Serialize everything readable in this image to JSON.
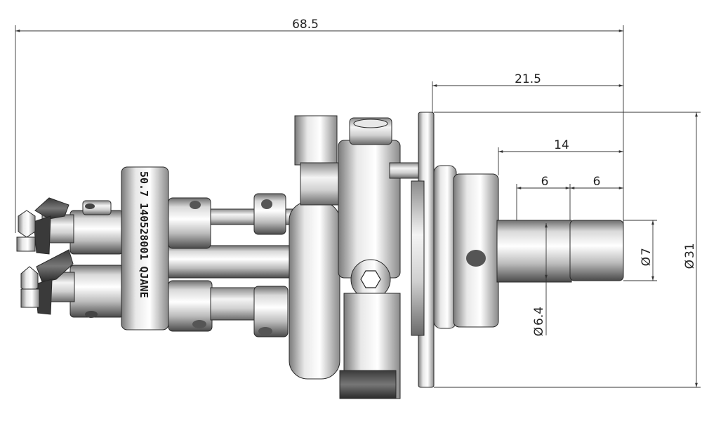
{
  "dimensions": {
    "overall_length": "68.5",
    "shank_length": "21.5",
    "pin_length": "14",
    "step_a": "6",
    "step_b": "6",
    "pin_diameter": "7",
    "neck_diameter": "6.4",
    "flange_diameter": "31",
    "diameter_symbol": "Ø"
  },
  "engraving": {
    "text": "50.7 140528001 QJANE"
  },
  "colors": {
    "steel_light": "#f2f2f2",
    "steel_mid": "#b8b8b8",
    "steel_dark": "#5a5a5a",
    "dimension_line": "#333333"
  }
}
